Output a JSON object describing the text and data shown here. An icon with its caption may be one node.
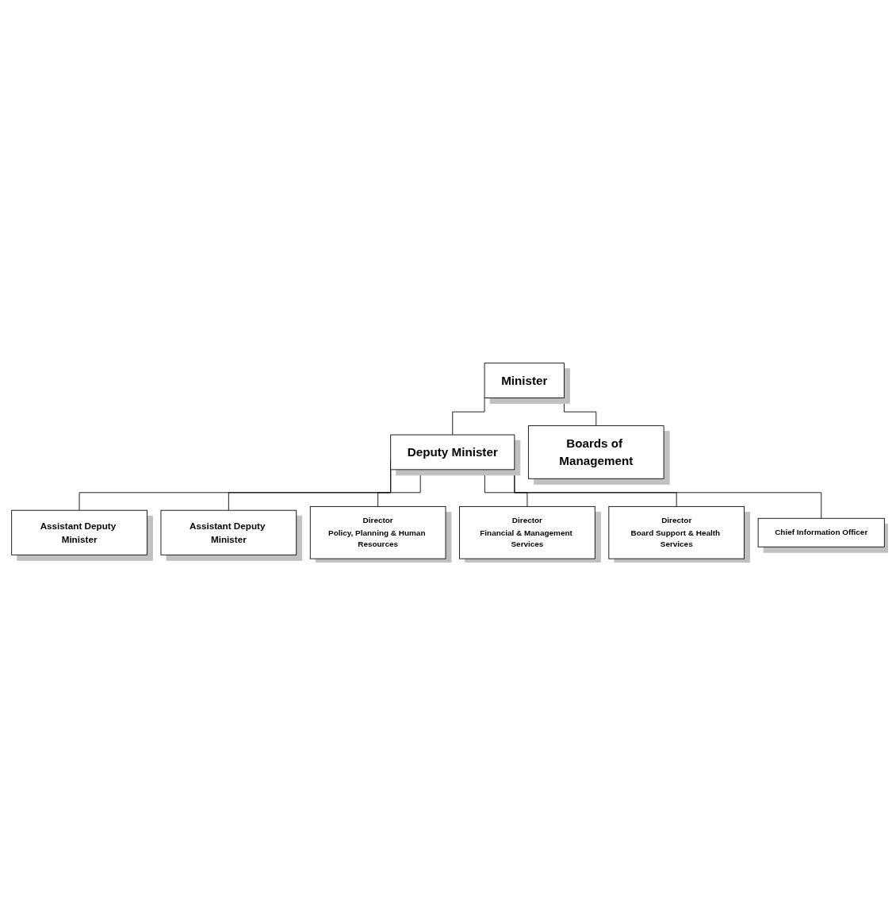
{
  "diagram": {
    "nodes": [
      {
        "text": [
          "Minister"
        ]
      },
      {
        "text": [
          "Deputy Minister"
        ]
      },
      {
        "text": [
          "Boards of Management"
        ]
      },
      {
        "text": [
          "Assistant Deputy Minister"
        ]
      },
      {
        "text": [
          "Assistant Deputy Minister"
        ]
      },
      {
        "text": [
          "Director",
          "Policy, Planning & Human Resources"
        ]
      },
      {
        "text": [
          "Director",
          "Financial & Management Services"
        ]
      },
      {
        "text": [
          "Director",
          "Board Support & Health Services"
        ]
      },
      {
        "text": [
          "Chief Information Officer"
        ]
      }
    ],
    "edges": [
      {
        "from": 0,
        "to": 1,
        "arrow": "none"
      },
      {
        "from": 0,
        "to": 2,
        "arrow": "none"
      },
      {
        "from": 1,
        "to": 3,
        "arrow": "none"
      },
      {
        "from": 1,
        "to": 4,
        "arrow": "none"
      },
      {
        "from": 1,
        "to": 5,
        "arrow": "none"
      },
      {
        "from": 1,
        "to": 6,
        "arrow": "none"
      },
      {
        "from": 1,
        "to": 7,
        "arrow": "none"
      },
      {
        "from": 1,
        "to": 8,
        "arrow": "none"
      }
    ]
  }
}
